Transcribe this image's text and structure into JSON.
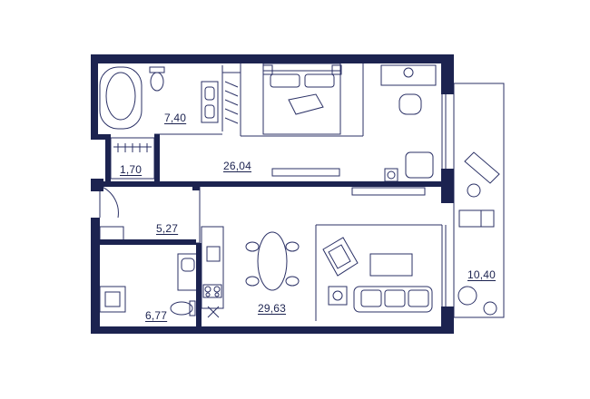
{
  "colors": {
    "wall": "#1c2350",
    "line": "#2b3166",
    "background": "#ffffff"
  },
  "rooms": [
    {
      "id": "bathroom",
      "area": "7,40"
    },
    {
      "id": "wardrobe",
      "area": "1,70"
    },
    {
      "id": "bedroom-living",
      "area": "26,04"
    },
    {
      "id": "hallway",
      "area": "5,27"
    },
    {
      "id": "washroom",
      "area": "6,77"
    },
    {
      "id": "kitchen-living",
      "area": "29,63"
    },
    {
      "id": "terrace",
      "area": "10,40"
    }
  ],
  "icons": [
    "bathtub-icon",
    "toilet-icon",
    "sink-icon",
    "bed-icon",
    "desk-icon",
    "armchair-icon",
    "sofa-icon",
    "dining-table-icon",
    "stove-icon",
    "lounger-icon",
    "washing-machine-icon",
    "closet-icon"
  ]
}
